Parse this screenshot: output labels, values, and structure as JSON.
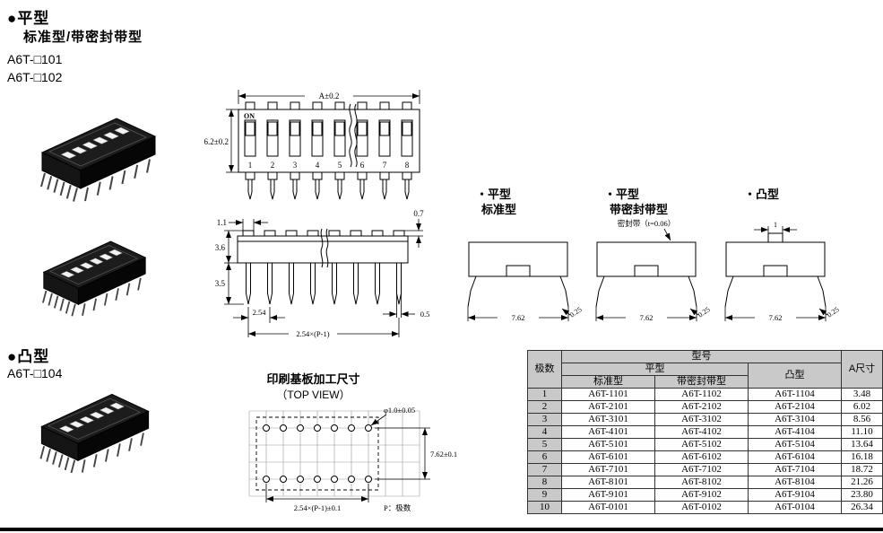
{
  "headings": {
    "flat_title": "●平型",
    "flat_subtitle": "标准型/带密封带型",
    "flat_model_1": "A6T-□101",
    "flat_model_2": "A6T-□102",
    "raised_title": "●凸型",
    "raised_model": "A6T-□104"
  },
  "top_drawing": {
    "dim_width": "A±0.2",
    "dim_height": "6.2±0.2",
    "on_label": "ON",
    "positions": [
      "1",
      "2",
      "3",
      "4",
      "5",
      "6",
      "7",
      "8"
    ]
  },
  "side_drawing": {
    "dim_actuator_width": "1.1",
    "dim_actuator_height": "0.7",
    "dim_body_height": "3.6",
    "dim_pin_length": "3.5",
    "dim_pitch": "2.54",
    "dim_pin_width": "0.5",
    "dim_span": "2.54×(P-1)"
  },
  "package_views": {
    "flat_standard": {
      "title": "・平型",
      "subtitle": "标准型",
      "dim_row": "7.62",
      "dim_lead": "0.25"
    },
    "flat_sealed": {
      "title": "・平型",
      "subtitle": "带密封带型",
      "seal_note": "密封带（t=0.06）",
      "dim_row": "7.62",
      "dim_lead": "0.25"
    },
    "raised": {
      "title": "・凸型",
      "dim_actuator": "1",
      "dim_row": "7.62",
      "dim_lead": "0.25"
    }
  },
  "pcb_drawing": {
    "title": "印刷基板加工尺寸",
    "subtitle": "（TOP VIEW）",
    "dim_hole": "φ1.0±0.05",
    "dim_row_pitch": "7.62±0.1",
    "dim_span": "2.54×(P-1)±0.1",
    "legend": "P：极数"
  },
  "table": {
    "col_poles": "极数",
    "col_model": "型号",
    "col_flat": "平型",
    "col_standard": "标准型",
    "col_sealed": "带密封带型",
    "col_raised": "凸型",
    "col_dim_a": "A尺寸",
    "rows": [
      {
        "poles": "1",
        "standard": "A6T-1101",
        "sealed": "A6T-1102",
        "raised": "A6T-1104",
        "dim_a": "3.48"
      },
      {
        "poles": "2",
        "standard": "A6T-2101",
        "sealed": "A6T-2102",
        "raised": "A6T-2104",
        "dim_a": "6.02"
      },
      {
        "poles": "3",
        "standard": "A6T-3101",
        "sealed": "A6T-3102",
        "raised": "A6T-3104",
        "dim_a": "8.56"
      },
      {
        "poles": "4",
        "standard": "A6T-4101",
        "sealed": "A6T-4102",
        "raised": "A6T-4104",
        "dim_a": "11.10"
      },
      {
        "poles": "5",
        "standard": "A6T-5101",
        "sealed": "A6T-5102",
        "raised": "A6T-5104",
        "dim_a": "13.64"
      },
      {
        "poles": "6",
        "standard": "A6T-6101",
        "sealed": "A6T-6102",
        "raised": "A6T-6104",
        "dim_a": "16.18"
      },
      {
        "poles": "7",
        "standard": "A6T-7101",
        "sealed": "A6T-7102",
        "raised": "A6T-7104",
        "dim_a": "18.72"
      },
      {
        "poles": "8",
        "standard": "A6T-8101",
        "sealed": "A6T-8102",
        "raised": "A6T-8104",
        "dim_a": "21.26"
      },
      {
        "poles": "9",
        "standard": "A6T-9101",
        "sealed": "A6T-9102",
        "raised": "A6T-9104",
        "dim_a": "23.80"
      },
      {
        "poles": "10",
        "standard": "A6T-0101",
        "sealed": "A6T-0102",
        "raised": "A6T-0104",
        "dim_a": "26.34"
      }
    ]
  }
}
